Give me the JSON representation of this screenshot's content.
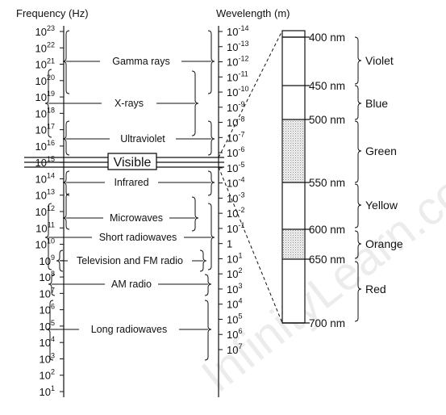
{
  "frequency_axis": {
    "title": "Frequency (Hz)",
    "ticks": [
      {
        "base": "10",
        "exp": "23"
      },
      {
        "base": "10",
        "exp": "22"
      },
      {
        "base": "10",
        "exp": "21"
      },
      {
        "base": "10",
        "exp": "20"
      },
      {
        "base": "10",
        "exp": "19"
      },
      {
        "base": "10",
        "exp": "18"
      },
      {
        "base": "10",
        "exp": "17"
      },
      {
        "base": "10",
        "exp": "16"
      },
      {
        "base": "10",
        "exp": "15"
      },
      {
        "base": "10",
        "exp": "14"
      },
      {
        "base": "10",
        "exp": "13"
      },
      {
        "base": "10",
        "exp": "12"
      },
      {
        "base": "10",
        "exp": "11"
      },
      {
        "base": "10",
        "exp": "10"
      },
      {
        "base": "10",
        "exp": "9"
      },
      {
        "base": "10",
        "exp": "8"
      },
      {
        "base": "10",
        "exp": "7"
      },
      {
        "base": "10",
        "exp": "6"
      },
      {
        "base": "10",
        "exp": "5"
      },
      {
        "base": "10",
        "exp": "4"
      },
      {
        "base": "10",
        "exp": "3"
      },
      {
        "base": "10",
        "exp": "2"
      },
      {
        "base": "10",
        "exp": "1"
      }
    ]
  },
  "wavelength_axis": {
    "title": "Wevelength (m)",
    "ticks": [
      {
        "base": "10",
        "exp": "-14"
      },
      {
        "base": "10",
        "exp": "-13"
      },
      {
        "base": "10",
        "exp": "-12"
      },
      {
        "base": "10",
        "exp": "-11"
      },
      {
        "base": "10",
        "exp": "-10"
      },
      {
        "base": "10",
        "exp": "-9"
      },
      {
        "base": "10",
        "exp": "-8"
      },
      {
        "base": "10",
        "exp": "-7"
      },
      {
        "base": "10",
        "exp": "-6"
      },
      {
        "base": "10",
        "exp": "-5"
      },
      {
        "base": "10",
        "exp": "-4"
      },
      {
        "base": "10",
        "exp": "-3"
      },
      {
        "base": "10",
        "exp": "-2"
      },
      {
        "base": "10",
        "exp": "-1"
      },
      {
        "base": "1",
        "exp": ""
      },
      {
        "base": "10",
        "exp": "1"
      },
      {
        "base": "10",
        "exp": "2"
      },
      {
        "base": "10",
        "exp": "3"
      },
      {
        "base": "10",
        "exp": "4"
      },
      {
        "base": "10",
        "exp": "5"
      },
      {
        "base": "10",
        "exp": "6"
      },
      {
        "base": "10",
        "exp": "7"
      }
    ]
  },
  "bands": [
    {
      "name": "Gamma rays"
    },
    {
      "name": "X-rays"
    },
    {
      "name": "Ultraviolet"
    },
    {
      "name": "Visible"
    },
    {
      "name": "Infrared"
    },
    {
      "name": "Microwaves"
    },
    {
      "name": "Short radiowaves"
    },
    {
      "name": "Television and FM radio"
    },
    {
      "name": "AM radio"
    },
    {
      "name": "Long radiowaves"
    }
  ],
  "visible_spectrum": {
    "wavelength_marks": [
      "400 nm",
      "450 nm",
      "500 nm",
      "550 nm",
      "600 nm",
      "650 nm",
      "700 nm"
    ],
    "colors": [
      "Violet",
      "Blue",
      "Green",
      "Yellow",
      "Orange",
      "Red"
    ],
    "shaded_colors": [
      "Green",
      "Orange"
    ]
  },
  "watermark": "InfinityLearn.com"
}
